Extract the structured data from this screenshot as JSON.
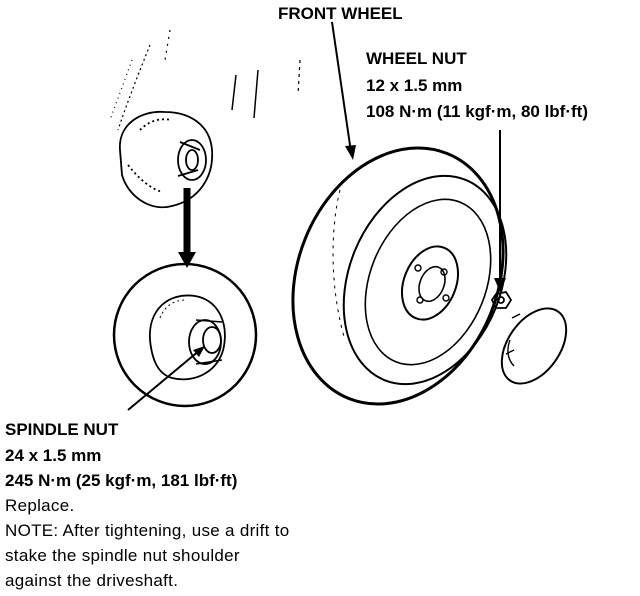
{
  "labels": {
    "front_wheel": "FRONT WHEEL",
    "wheel_nut": {
      "title": "WHEEL NUT",
      "size": "12 x 1.5 mm",
      "torque": "108 N·m (11 kgf·m, 80 lbf·ft)"
    },
    "spindle_nut": {
      "title": "SPINDLE NUT",
      "size": "24 x 1.5 mm",
      "torque": "245 N·m (25 kgf·m, 181 lbf·ft)",
      "action": "Replace.",
      "note_1": "NOTE:  After tightening, use a drift to",
      "note_2": "stake the spindle nut shoulder",
      "note_3": "against the driveshaft."
    }
  }
}
